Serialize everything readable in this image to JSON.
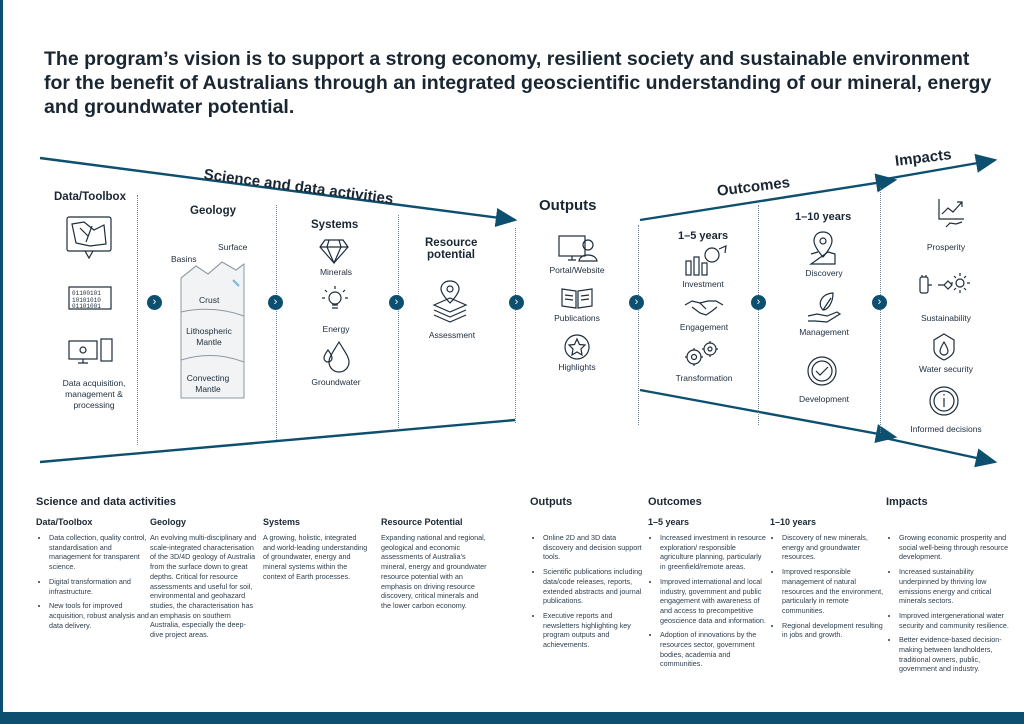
{
  "headline": "The program’s vision is to support a strong economy, resilient society and sustainable environment for the benefit of Australians through an integrated geoscientific understanding of our mineral, energy and groundwater potential.",
  "diagram": {
    "science_heading": "Science and data activities",
    "outputs_heading": "Outputs",
    "outcomes_heading": "Outcomes",
    "impacts_heading": "Impacts",
    "data_toolbox": {
      "title": "Data/Toolbox",
      "caption": [
        "Data acquisition,",
        "management &",
        "processing"
      ]
    },
    "geology": {
      "title": "Geology",
      "labels": {
        "basins": "Basins",
        "surface": "Surface",
        "crust": "Crust",
        "litho1": "Lithospheric",
        "litho2": "Mantle",
        "conv1": "Convecting",
        "conv2": "Mantle"
      }
    },
    "systems": {
      "title": "Systems",
      "items": [
        "Minerals",
        "Energy",
        "Groundwater"
      ]
    },
    "resource": {
      "title1": "Resource",
      "title2": "potential",
      "item": "Assessment"
    },
    "outputs": {
      "items": [
        "Portal/Website",
        "Publications",
        "Highlights"
      ]
    },
    "outcomes_1_5": {
      "title": "1–5 years",
      "items": [
        "Investment",
        "Engagement",
        "Transformation"
      ]
    },
    "outcomes_1_10": {
      "title": "1–10 years",
      "items": [
        "Discovery",
        "Management",
        "Development"
      ]
    },
    "impacts": {
      "items": [
        "Prosperity",
        "Sustainability",
        "Water security",
        "Informed decisions"
      ]
    },
    "chevron": "›"
  },
  "details": {
    "science_title": "Science and data activities",
    "data_toolbox": {
      "title": "Data/Toolbox",
      "bullets": [
        "Data collection, quality control, standardisation and management for transparent science.",
        "Digital transformation and infrastructure.",
        "New tools for improved acquisition, robust analysis and data delivery."
      ]
    },
    "geology": {
      "title": "Geology",
      "text": "An evolving multi-disciplinary and scale-integrated characterisation of the 3D/4D geology of Australia from the surface down to great depths. Critical for resource assessments and useful for soil, environmental and geohazard studies, the characterisation has an emphasis on southern Australia, especially the deep-dive project areas."
    },
    "systems": {
      "title": "Systems",
      "text": "A growing, holistic, integrated and world-leading understanding of groundwater, energy and mineral systems within the context of Earth processes."
    },
    "resource": {
      "title": "Resource Potential",
      "text": "Expanding national and regional, geological and economic assessments of Australia’s mineral, energy and groundwater resource potential with an emphasis on driving resource discovery, critical minerals and the lower carbon economy."
    },
    "outputs": {
      "title": "Outputs",
      "bullets": [
        "Online 2D and 3D data discovery and decision support tools.",
        "Scientific publications including data/code releases, reports, extended abstracts and journal publications.",
        "Executive reports and newsletters highlighting key program outputs and achievements."
      ]
    },
    "outcomes": {
      "title": "Outcomes",
      "y1_5": {
        "title": "1–5 years",
        "bullets": [
          "Increased investment in resource exploration/ responsible agriculture planning, particularly in greenfield/remote areas.",
          "Improved international and local industry, government and public engagement with awareness of and access to precompetitive geoscience data and information.",
          "Adoption of innovations by the resources sector, government bodies, academia and communities."
        ]
      },
      "y1_10": {
        "title": "1–10 years",
        "bullets": [
          "Discovery of new minerals, energy and groundwater resources.",
          "Improved responsible management of natural resources and the environment, particularly in remote communities.",
          "Regional development resulting in jobs and growth."
        ]
      }
    },
    "impacts": {
      "title": "Impacts",
      "bullets": [
        "Growing economic prosperity and social well-being through resource development.",
        "Increased sustainability underpinned by thriving low emissions energy and critical minerals sectors.",
        "Improved intergenerational water security and community resilience.",
        "Better evidence-based decision-making between landholders, traditional owners, public, government and industry."
      ]
    }
  },
  "colors": {
    "accent": "#0d4f6e",
    "text": "#1a2733"
  }
}
